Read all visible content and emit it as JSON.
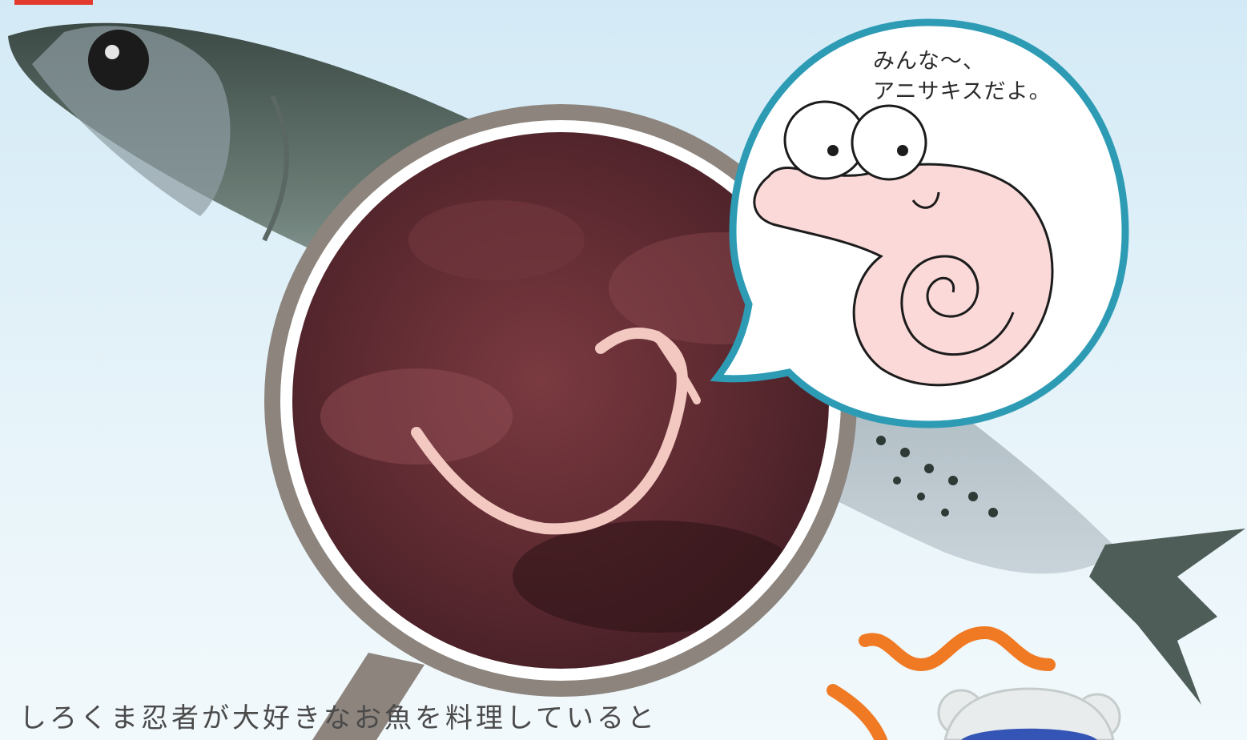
{
  "speech_bubble": {
    "line1": "みんな〜、",
    "line2": "アニサキスだよ。"
  },
  "caption": {
    "text": "しろくま忍者が大好きなお魚を料理していると"
  },
  "colors": {
    "background_top": "#d3eaf6",
    "bubble_border": "#2e9bb5",
    "magnifier_frame": "#8c847d",
    "mascot_pink": "#fbd9d9",
    "surprise_mark": "#f07a24",
    "red_tab": "#e33a2f"
  },
  "icons": {
    "fish": "mackerel-illustration",
    "magnifier": "magnifying-glass",
    "mascot": "anisakis-mascot",
    "surprise": "surprise-lines",
    "character": "polar-bear-ninja"
  }
}
